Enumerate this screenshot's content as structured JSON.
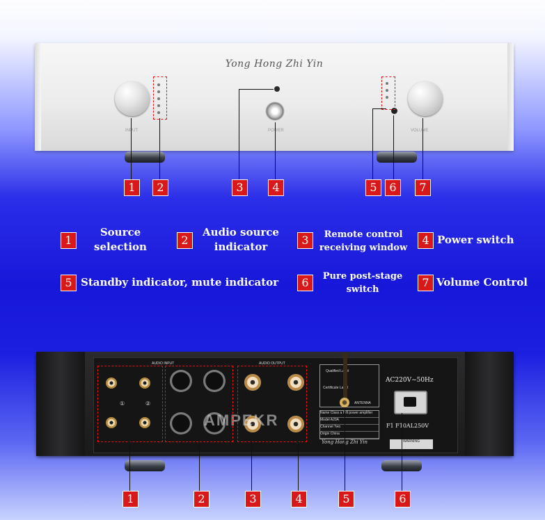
{
  "front": {
    "brand": "Yong Hong Zhi Yin",
    "input_label": "INPUT",
    "power_label": "POWER",
    "volume_label": "VOLUME"
  },
  "callouts_front": [
    "1",
    "2",
    "3",
    "4",
    "5",
    "6",
    "7"
  ],
  "legend": [
    {
      "num": "1",
      "text": "Source selection"
    },
    {
      "num": "2",
      "text": "Audio source indicator"
    },
    {
      "num": "3",
      "text": "Remote control receiving window"
    },
    {
      "num": "4",
      "text": "Power switch"
    },
    {
      "num": "5",
      "text": "Standby indicator, mute indicator"
    },
    {
      "num": "6",
      "text": "Pure post-stage switch"
    },
    {
      "num": "7",
      "text": "Volume Control"
    }
  ],
  "back": {
    "audio_input": "AUDIO INPUT",
    "audio_output": "AUDIO OUTPUT",
    "input_1": "①",
    "input_2": "②",
    "qualified_label": "Qualified Label",
    "certificate_label": "Certificate Label",
    "antenna": "ANTENNA",
    "voltage": "AC220V~50Hz",
    "fuse": "F1  F10AL250V",
    "warning": "WARNING",
    "watermark": "AMPEKR",
    "label_rows": [
      "Name  Class a Hifi power amplifier",
      "Model  A20A",
      "Channel  Two",
      "Origin  China"
    ],
    "brand": "Yong Hong Zhi Yin"
  },
  "callouts_back": [
    "1",
    "2",
    "3",
    "4",
    "5",
    "6"
  ]
}
